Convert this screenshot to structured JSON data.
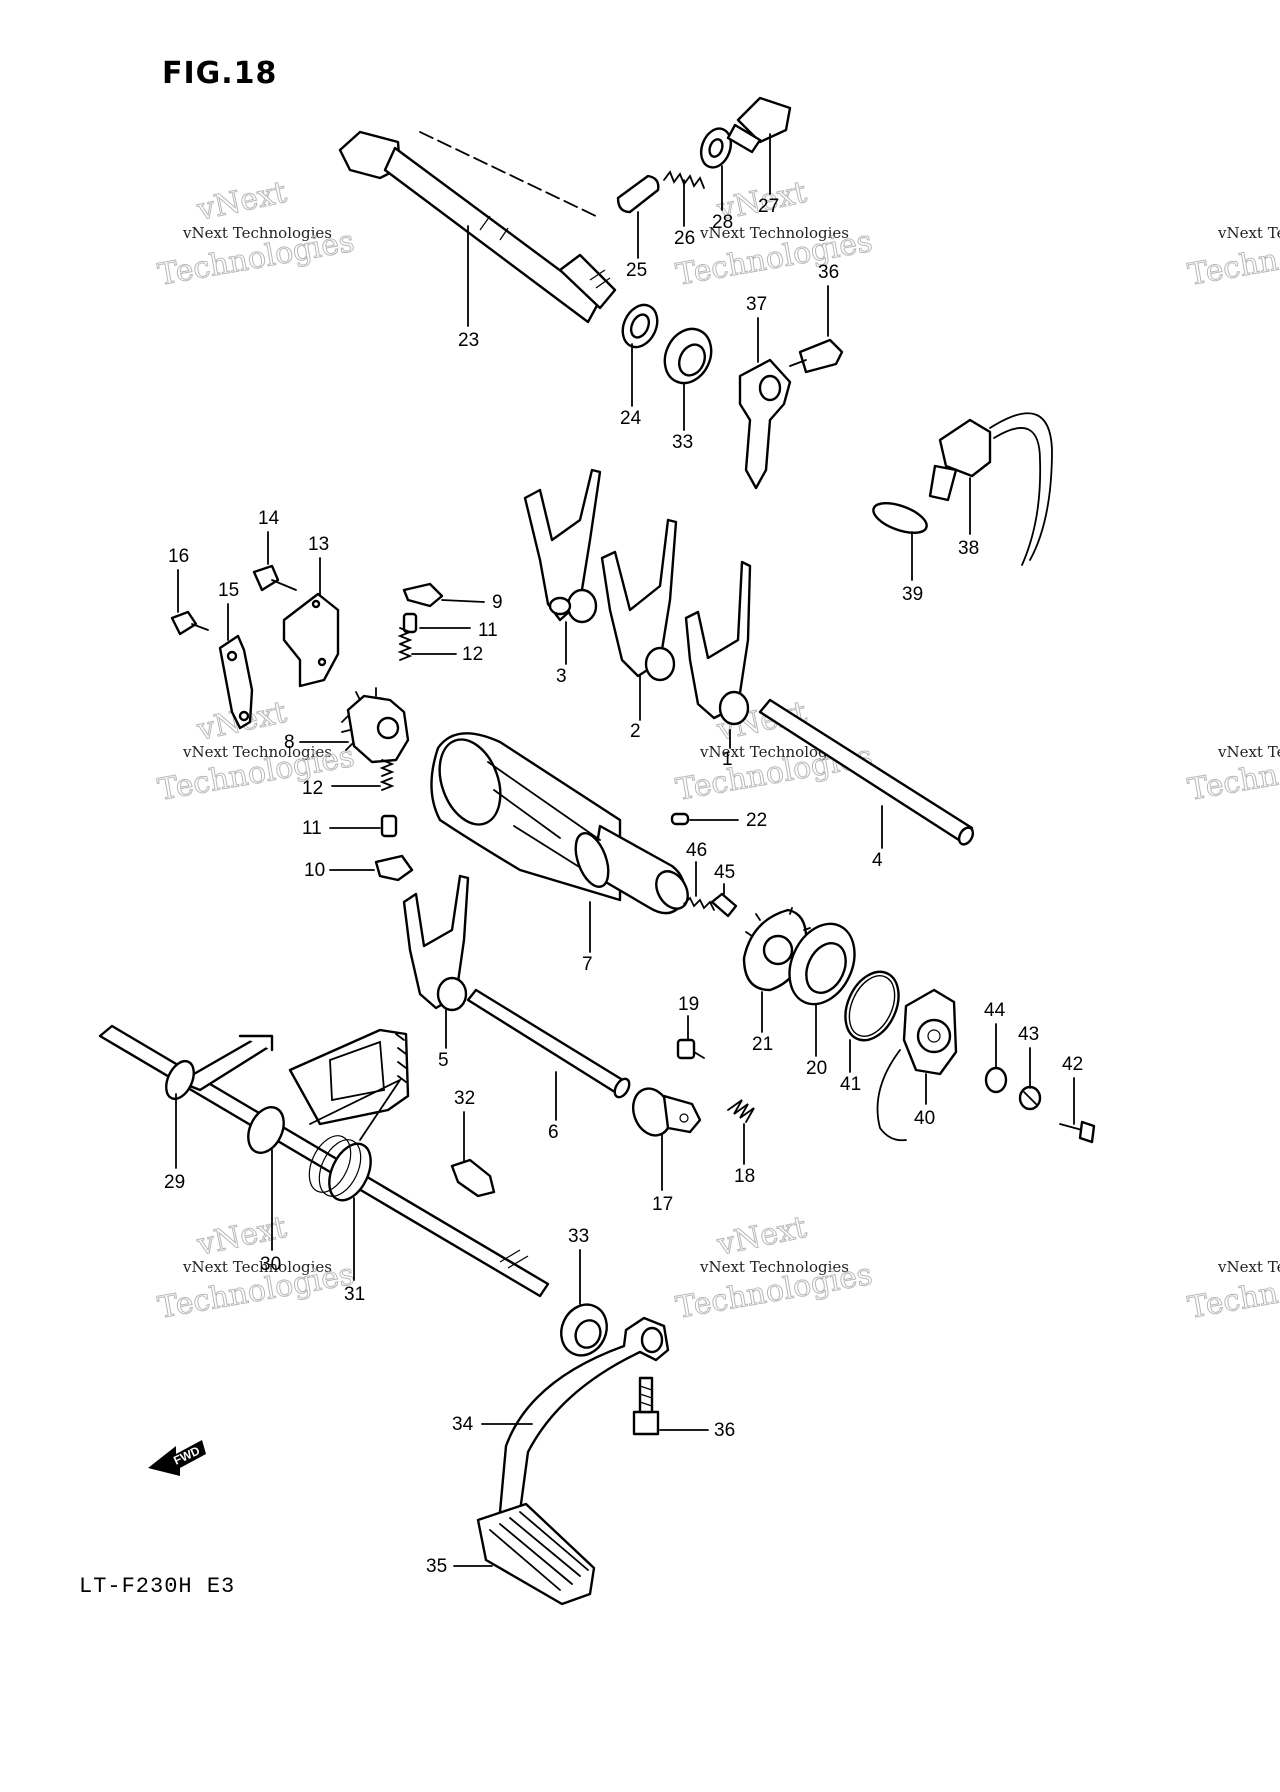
{
  "figure_title": "FIG.18",
  "model_code": "LT-F230H  E3",
  "fwd_label": "FWD",
  "watermark": {
    "line1": "vNext Technologies",
    "line2": "vNext",
    "line3": "Technologies",
    "edge1": "vNext Tec",
    "edge2": "Techn"
  },
  "callouts": [
    {
      "id": "c1",
      "label": "1"
    },
    {
      "id": "c2",
      "label": "2"
    },
    {
      "id": "c3",
      "label": "3"
    },
    {
      "id": "c4",
      "label": "4"
    },
    {
      "id": "c5",
      "label": "5"
    },
    {
      "id": "c6",
      "label": "6"
    },
    {
      "id": "c7",
      "label": "7"
    },
    {
      "id": "c8",
      "label": "8"
    },
    {
      "id": "c9",
      "label": "9"
    },
    {
      "id": "c10",
      "label": "10"
    },
    {
      "id": "c11a",
      "label": "11"
    },
    {
      "id": "c11b",
      "label": "11"
    },
    {
      "id": "c12a",
      "label": "12"
    },
    {
      "id": "c12b",
      "label": "12"
    },
    {
      "id": "c13",
      "label": "13"
    },
    {
      "id": "c14",
      "label": "14"
    },
    {
      "id": "c15",
      "label": "15"
    },
    {
      "id": "c16",
      "label": "16"
    },
    {
      "id": "c17",
      "label": "17"
    },
    {
      "id": "c18",
      "label": "18"
    },
    {
      "id": "c19",
      "label": "19"
    },
    {
      "id": "c20",
      "label": "20"
    },
    {
      "id": "c21",
      "label": "21"
    },
    {
      "id": "c22",
      "label": "22"
    },
    {
      "id": "c23",
      "label": "23"
    },
    {
      "id": "c24",
      "label": "24"
    },
    {
      "id": "c25",
      "label": "25"
    },
    {
      "id": "c26",
      "label": "26"
    },
    {
      "id": "c27",
      "label": "27"
    },
    {
      "id": "c28",
      "label": "28"
    },
    {
      "id": "c29",
      "label": "29"
    },
    {
      "id": "c30",
      "label": "30"
    },
    {
      "id": "c31",
      "label": "31"
    },
    {
      "id": "c32",
      "label": "32"
    },
    {
      "id": "c33a",
      "label": "33"
    },
    {
      "id": "c33b",
      "label": "33"
    },
    {
      "id": "c34",
      "label": "34"
    },
    {
      "id": "c35",
      "label": "35"
    },
    {
      "id": "c36a",
      "label": "36"
    },
    {
      "id": "c36b",
      "label": "36"
    },
    {
      "id": "c37",
      "label": "37"
    },
    {
      "id": "c38",
      "label": "38"
    },
    {
      "id": "c39",
      "label": "39"
    },
    {
      "id": "c40",
      "label": "40"
    },
    {
      "id": "c41",
      "label": "41"
    },
    {
      "id": "c42",
      "label": "42"
    },
    {
      "id": "c43",
      "label": "43"
    },
    {
      "id": "c44",
      "label": "44"
    },
    {
      "id": "c45",
      "label": "45"
    },
    {
      "id": "c46",
      "label": "46"
    }
  ]
}
